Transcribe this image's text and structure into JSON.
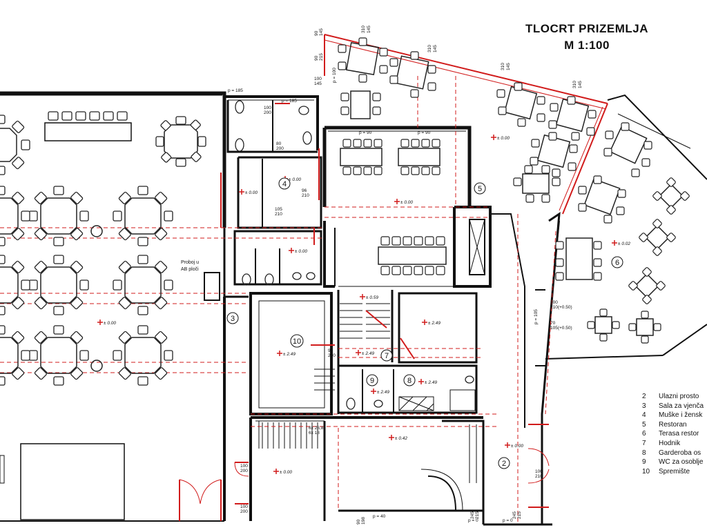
{
  "title": {
    "line1": "TLOCRT PRIZEMLJA",
    "line2": "M 1:100"
  },
  "legend": [
    {
      "num": "2",
      "name": "Ulazni prosto"
    },
    {
      "num": "3",
      "name": "Sala za vjenča"
    },
    {
      "num": "4",
      "name": "Muške i žensk"
    },
    {
      "num": "5",
      "name": "Restoran"
    },
    {
      "num": "6",
      "name": "Terasa restor"
    },
    {
      "num": "7",
      "name": "Hodnik"
    },
    {
      "num": "8",
      "name": "Garderoba os"
    },
    {
      "num": "9",
      "name": "WC za osoblje"
    },
    {
      "num": "10",
      "name": "Spremište"
    }
  ],
  "room_numbers": {
    "r2": "2",
    "r3": "3",
    "r4": "4",
    "r5": "5",
    "r6": "6",
    "r7": "7",
    "r8": "8",
    "r9": "9",
    "r10": "10"
  },
  "levels": {
    "sala": "± 0.00",
    "rest": "± 0.00",
    "terasa": "± 0.00",
    "terasa2": "± 0.02",
    "wc1": "± 0.00",
    "wc2": "± 0.00",
    "r8": "± 2.49",
    "r9": "± 2.49",
    "r10": "± 2.49",
    "r7": "± 2.49",
    "hall": "± 0.42",
    "entry": "± 0.00",
    "ent2": "± 0.00",
    "stairtop": "± 0.59"
  },
  "dims": {
    "d185a": "p = 185",
    "d185b": "p = 185",
    "d90a": "p = 90",
    "d90b": "p = 90",
    "d40": "p = 40",
    "d0a": "p = 0",
    "d0b": "p = 0",
    "d310a": "310",
    "d145a": "145",
    "d310b": "310",
    "d145b": "145",
    "d310c": "310",
    "d145c": "145",
    "d90_145": "90\n145",
    "d90_215": "90\n215",
    "d100_145": "100\n145",
    "d100_200a": "100\n200",
    "d100_200b": "100\n200",
    "d100_200c": "100\n200",
    "d105_210": "105\n210",
    "d96_210": "96\n210",
    "d80_200": "80\n200",
    "d90_200": "90\n200",
    "d70_105": "70\n105(+0.50)",
    "d100_210": "100\n210(+0.50)",
    "d100_210b": "100\n210",
    "d245": "245\n215",
    "d90_198": "90\n198",
    "d245b": "245\n215",
    "p105": "p = 105",
    "p100": "p = 100",
    "stairs1": "6x 26,8\n6x 18"
  },
  "notes": {
    "probo": "Proboj u\nAB ploči"
  },
  "colors": {
    "wall": "#111111",
    "dim": "#d11b1b",
    "furniture": "#222222"
  }
}
